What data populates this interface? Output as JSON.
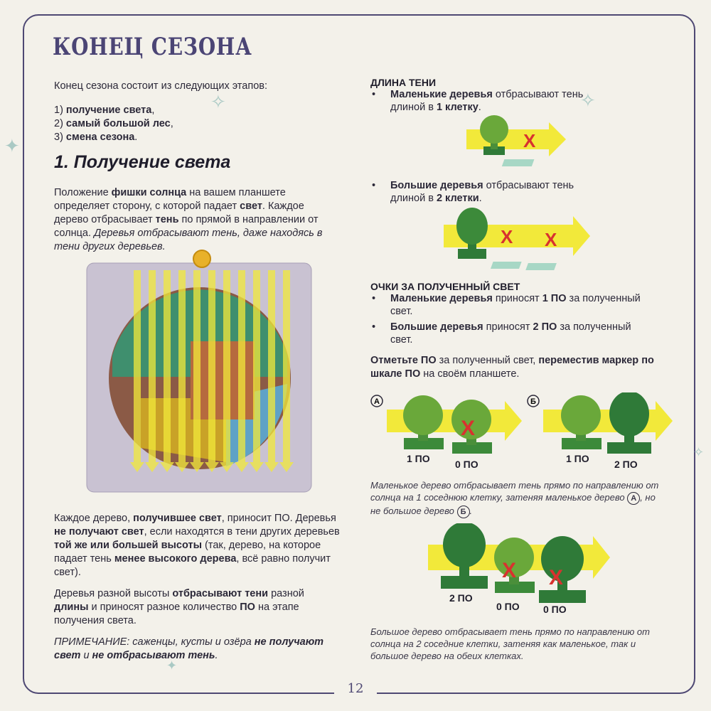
{
  "page": {
    "title": "КОНЕЦ СЕЗОНА",
    "number": "12"
  },
  "intro": {
    "lead": "Конец сезона состоит из следующих этапов:",
    "steps": [
      {
        "num": "1) ",
        "bold": "получение света",
        "tail": ","
      },
      {
        "num": "2) ",
        "bold": "самый большой лес",
        "tail": ","
      },
      {
        "num": "3) ",
        "bold": "смена сезона",
        "tail": "."
      }
    ]
  },
  "section1": {
    "heading": "1. Получение света",
    "p1": {
      "a": "Положение ",
      "b1": "фишки солнца",
      "c": " на вашем планшете определяет сторону, с которой падает ",
      "b2": "свет",
      "d": ". Каждое дерево отбрасывает ",
      "b3": "тень",
      "e": " по прямой в направлении от солнца. ",
      "italic": "Деревья отбрасывают тень, даже находясь в тени других деревьев."
    },
    "p2": {
      "a": "Каждое дерево, ",
      "b1": "получившее свет",
      "c": ", приносит ПО. Деревья ",
      "b2": "не получают свет",
      "d": ", если находятся в тени других деревьев ",
      "b3": "той же или большей высоты",
      "e": " (так, дерево, на которое падает тень ",
      "b4": "менее высокого дерева",
      "f": ", всё равно получит свет)."
    },
    "p3": {
      "a": "Деревья разной высоты ",
      "b1": "отбрасывают тени",
      "c": " разной ",
      "b2": "длины",
      "d": " и приносят разное количество ",
      "b3": "ПО",
      "e": " на этапе получения света."
    },
    "note": {
      "a": "ПРИМЕЧАНИЕ: саженцы, кусты и озёра ",
      "b1": "не получают свет",
      "c": " и ",
      "b2": "не отбрасывают тень",
      "d": "."
    }
  },
  "shadow_length": {
    "heading": "ДЛИНА ТЕНИ",
    "item1": {
      "bold": "Маленькие деревья",
      "text": " отбрасывают тень длиной в ",
      "bold2": "1 клетку",
      "tail": "."
    },
    "item2": {
      "bold": "Большие деревья",
      "text": " отбрасывают тень длиной в ",
      "bold2": "2 клетки",
      "tail": "."
    }
  },
  "light_points": {
    "heading": "ОЧКИ ЗА ПОЛУЧЕННЫЙ СВЕТ",
    "item1": {
      "bold": "Маленькие деревья",
      "text": " приносят ",
      "bold2": "1 ПО",
      "tail": " за полученный свет."
    },
    "item2": {
      "bold": "Большие деревья",
      "text": " приносят ",
      "bold2": "2 ПО",
      "tail": " за полученный свет."
    },
    "instruction": {
      "b1": "Отметьте ПО",
      "a": " за полученный свет, ",
      "b2": "переместив маркер по шкале ПО",
      "c": " на своём планшете."
    }
  },
  "examples": {
    "labelA": "А",
    "labelB": "Б",
    "a_left": "1 ПО",
    "a_right": "0 ПО",
    "b_left": "1 ПО",
    "b_right": "2 ПО",
    "cap1": {
      "a": "Маленькое дерево отбрасывает тень прямо по направлению от солнца на 1 соседнюю клетку, затеняя маленькое дерево ",
      "l1": "А",
      "b": ", но не большое дерево ",
      "l2": "Б",
      "c": "."
    },
    "c_1": "2 ПО",
    "c_2": "0 ПО",
    "c_3": "0 ПО",
    "cap2": "Большое дерево отбрасывает тень прямо по направлению от солнца на 2 соседние клетки, затеняя как маленькое, так и большое дерево на обеих клетках.",
    "x_mark": "X"
  },
  "colors": {
    "title": "#4b4575",
    "frame": "#4e4873",
    "yellow": "#f2e93a",
    "tree_dark": "#2f7a38",
    "tree_light": "#7bb045",
    "cross": "#d8322f"
  }
}
